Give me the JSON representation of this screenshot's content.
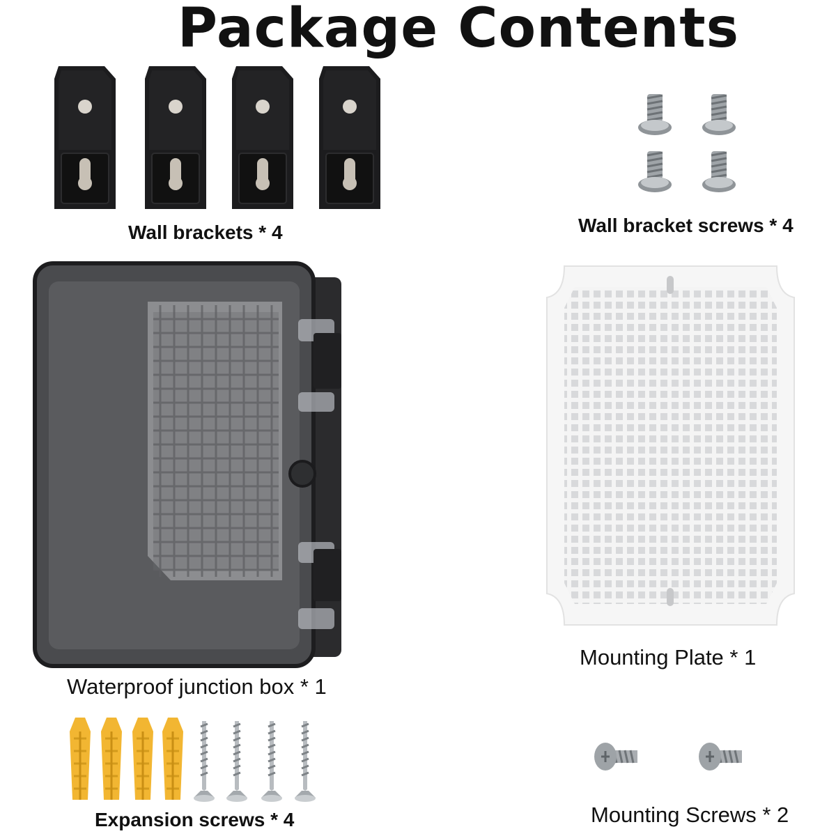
{
  "title": "Package Contents",
  "items": {
    "wall_brackets": {
      "label": "Wall brackets * 4"
    },
    "wall_bracket_screws": {
      "label": "Wall bracket screws * 4"
    },
    "junction_box": {
      "label": "Waterproof junction box * 1"
    },
    "mounting_plate": {
      "label": "Mounting Plate * 1"
    },
    "expansion_screws": {
      "label": "Expansion screws * 4"
    },
    "mounting_screws": {
      "label": "Mounting Screws * 2"
    }
  },
  "colors": {
    "bracket": "#1a1a1a",
    "box_body": "#3a3a3c",
    "plate": "#f2f2f2",
    "anchor": "#f2b632",
    "screw": "#b8bcc0"
  }
}
